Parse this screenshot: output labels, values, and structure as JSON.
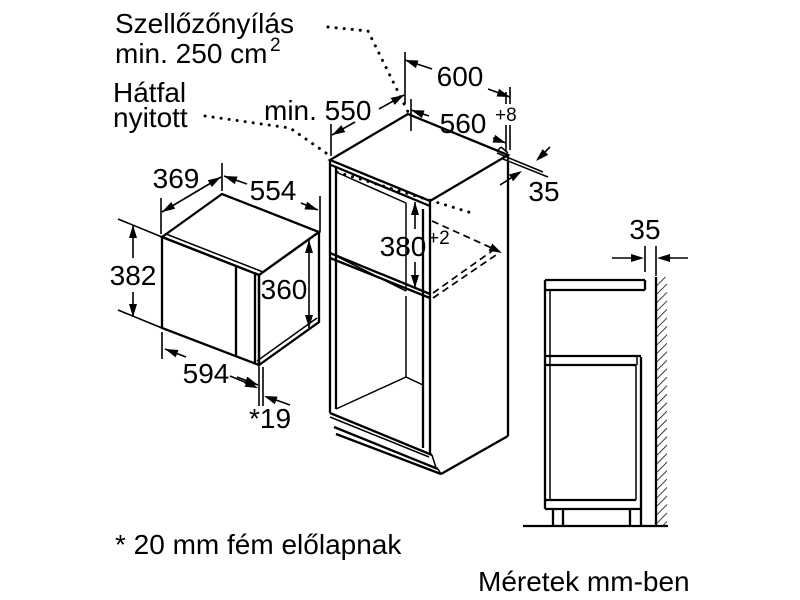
{
  "labels": {
    "ventilation_line1": "Szellőzőnyílás",
    "ventilation_line2": "min. 250 cm",
    "ventilation_sup": "2",
    "backwall_line1": "Hátfal",
    "backwall_line2": "nyitott",
    "footnote": "* 20 mm fém előlapnak",
    "units": "Méretek mm-ben"
  },
  "dimensions": {
    "cabinet_depth_min": "min. 550",
    "cabinet_outer_width": "600",
    "niche_width": "560",
    "niche_width_tolerance": "+8",
    "niche_height": "380",
    "niche_height_tolerance": "+2",
    "top_rear_strip": "35",
    "wall_clearance": "35",
    "appliance_depth": "369",
    "appliance_body_width": "554",
    "appliance_front_height": "382",
    "appliance_body_height": "360",
    "appliance_front_width": "594",
    "front_panel_gap": "*19"
  },
  "colors": {
    "line": "#000000",
    "background": "#ffffff"
  }
}
